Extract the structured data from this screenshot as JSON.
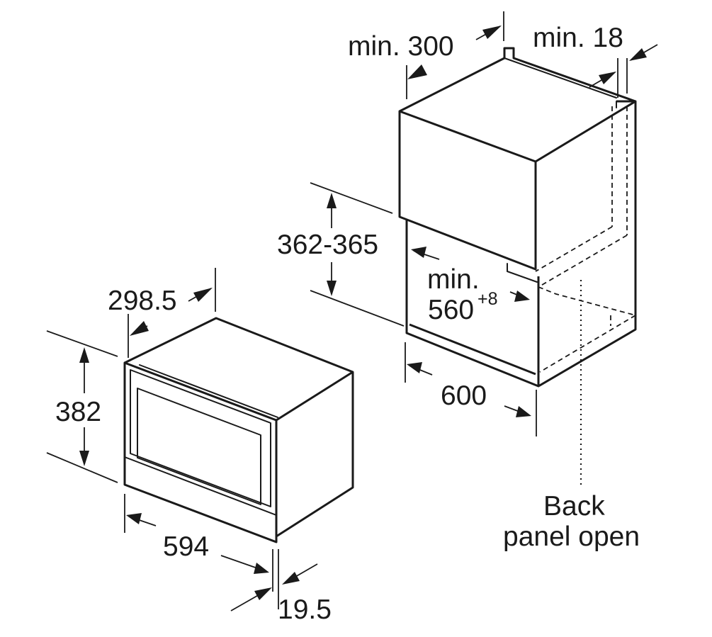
{
  "appliance": {
    "width": "594",
    "height": "382",
    "depth": "298.5",
    "front_thickness": "19.5"
  },
  "niche": {
    "min_depth": "min. 300",
    "min_side": "min. 18",
    "height_range": "362-365",
    "min_width_line1": "min.",
    "min_width_line2": "560",
    "min_width_tolerance": "+8",
    "cabinet_width": "600"
  },
  "annotation": {
    "back_line1": "Back",
    "back_line2": "panel open"
  },
  "colors": {
    "line": "#1a1a1a",
    "background": "#ffffff"
  }
}
